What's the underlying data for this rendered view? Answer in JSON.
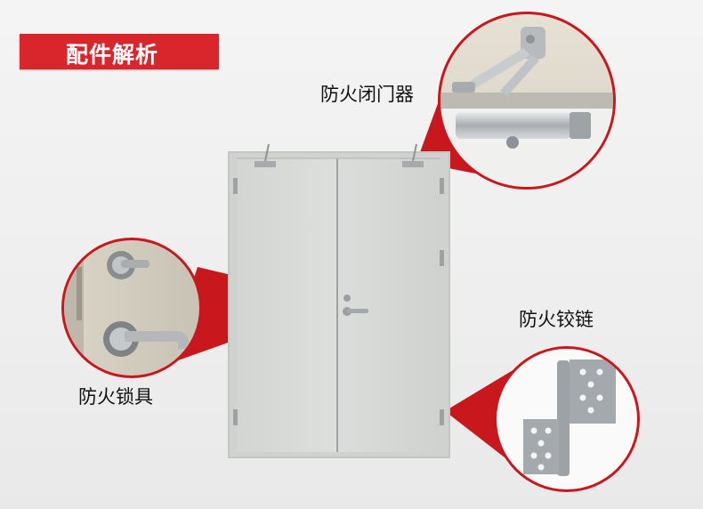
{
  "banner": {
    "title": "配件解析"
  },
  "callouts": {
    "closer_label": "防火闭门器",
    "lock_label": "防火锁具",
    "hinge_label": "防火铰链"
  },
  "colors": {
    "banner": "#d9262c",
    "callout_red": "#c8171d",
    "door_panel": "#d6d9d6",
    "door_frame": "#c9ccc9",
    "background": "#f0f0f0"
  },
  "icons": {
    "closer": "door-closer-icon",
    "lock": "lever-handle-icon",
    "hinge": "flag-hinge-icon"
  }
}
